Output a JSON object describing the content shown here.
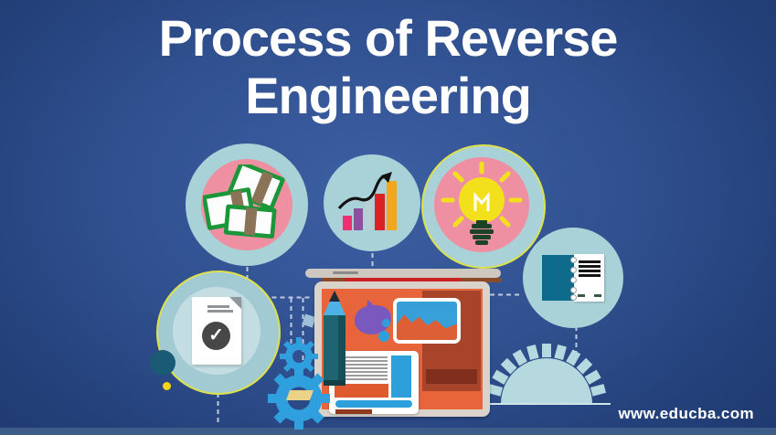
{
  "title": {
    "line1": "Process of Reverse",
    "line2": "Engineering"
  },
  "footer": {
    "url": "www.educba.com"
  },
  "doc_icon": {
    "check_glyph": "✓"
  },
  "colors": {
    "background_center": "#3d60a4",
    "background_edge": "#1d386c",
    "bottom_strip": "#3d5d88",
    "title_text": "#ffffff",
    "circle_fill": "#a9d2d8",
    "circle_ring_yellow": "#dde24b",
    "inner_pink": "#ef8fa2",
    "bulb_yellow": "#f3e01d",
    "book_green": "#1b9639",
    "book_spine_brown": "#8a7357",
    "gear_blue": "#2f9fdd",
    "screen_orange": "#e8653c",
    "screen_brown": "#a8442a",
    "pencil_teal": "#1e6471",
    "notebook_teal": "#0e6b8b",
    "chart_bar_pink": "#ee2f70",
    "chart_bar_purple": "#8d4fa0",
    "chart_bar_pale": "#b9cfd4",
    "chart_bar_red": "#dc2127",
    "chart_bar_yellow": "#f3a71d"
  },
  "icons": [
    "books-icon",
    "growth-chart-icon",
    "lightbulb-icon",
    "notebook-icon",
    "approved-document-icon",
    "monitor-icon",
    "pencil-icon",
    "speech-bubble-icon",
    "picture-icon",
    "gear-icon",
    "half-gear-icon"
  ]
}
